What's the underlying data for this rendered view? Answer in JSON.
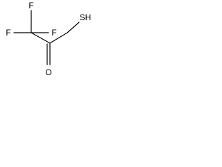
{
  "molecule": {
    "atoms": {
      "f_top": "F",
      "f_left": "F",
      "f_right": "F",
      "oxygen": "O",
      "thiol": "SH"
    },
    "colors": {
      "ink": "#000000",
      "background": "#ffffff"
    }
  }
}
